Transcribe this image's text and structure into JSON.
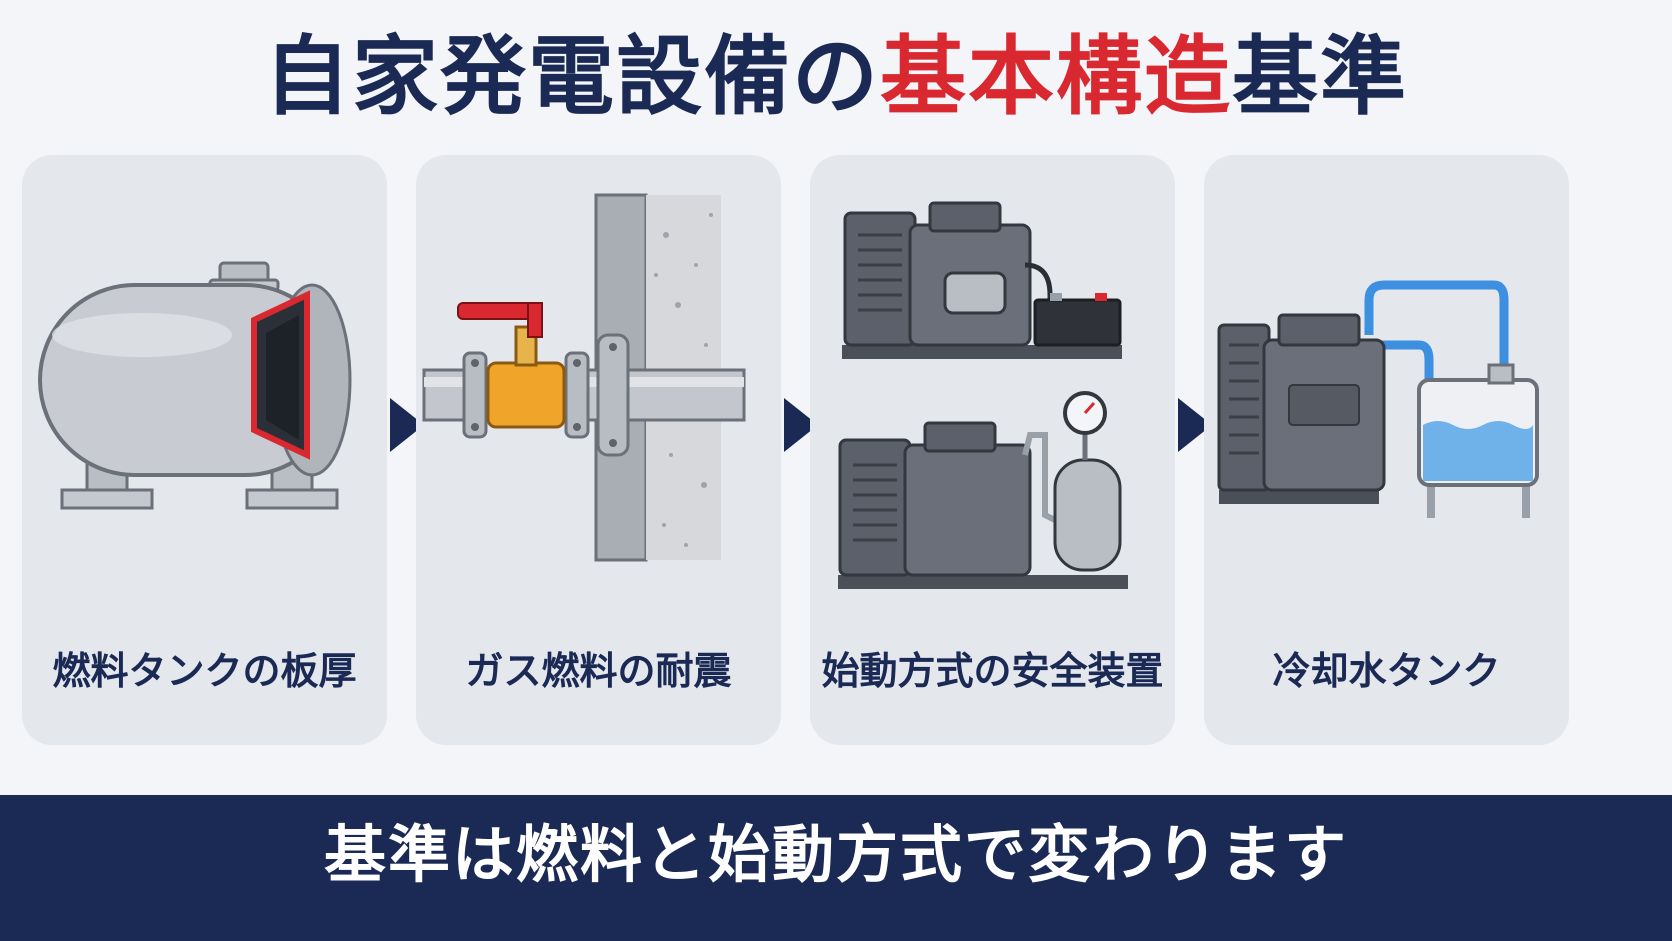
{
  "title": {
    "part1": "自家発電設備の",
    "part2": "基本構造",
    "part3": "基準"
  },
  "cards": [
    {
      "label": "燃料タンクの板厚",
      "icon": "fuel-tank-icon"
    },
    {
      "label": "ガス燃料の耐震",
      "icon": "gas-pipe-valve-icon"
    },
    {
      "label": "始動方式の安全装置",
      "icon": "generator-starter-icon"
    },
    {
      "label": "冷却水タンク",
      "icon": "cooling-water-tank-icon"
    }
  ],
  "footer": {
    "text": "基準は燃料と始動方式で変わります"
  },
  "colors": {
    "navy": "#1b2a55",
    "accent_red": "#d9282f",
    "card_bg": "#e4e7ec",
    "valve_orange": "#f0a52a",
    "water_blue": "#3d8fe0"
  }
}
